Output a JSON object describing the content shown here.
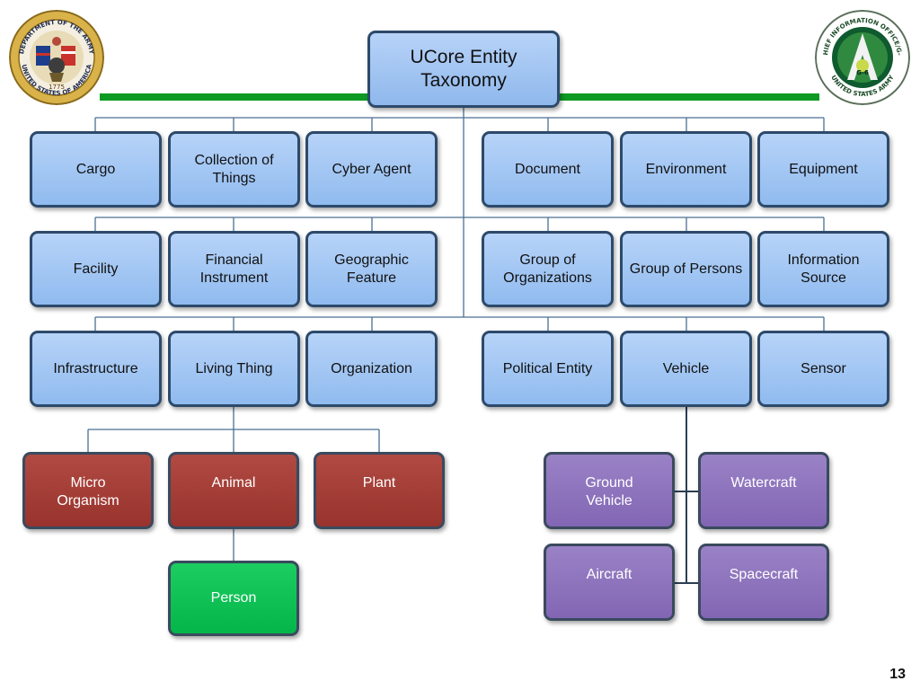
{
  "header": {
    "title": "UCore Entity Taxonomy",
    "left_seal_text": "DEPARTMENT OF THE ARMY · UNITED STATES OF AMERICA",
    "left_seal_year": "1775",
    "right_seal_text": "CHIEF INFORMATION OFFICE/G-6 · UNITED STATES ARMY",
    "right_seal_badge": "G-6",
    "rule_color": "#0e9a23"
  },
  "rows": [
    [
      "Cargo",
      "Collection of Things",
      "Cyber Agent",
      "Document",
      "Environment",
      "Equipment"
    ],
    [
      "Facility",
      "Financial Instrument",
      "Geographic Feature",
      "Group of Organizations",
      "Group of Persons",
      "Information Source"
    ],
    [
      "Infrastructure",
      "Living Thing",
      "Organization",
      "Political Entity",
      "Vehicle",
      "Sensor"
    ]
  ],
  "living_thing_children": [
    "Micro Organism",
    "Animal",
    "Plant"
  ],
  "animal_child": "Person",
  "vehicle_children": [
    "Ground Vehicle",
    "Watercraft",
    "Aircraft",
    "Spacecraft"
  ],
  "colors": {
    "category": "#a8c8f4",
    "living": "#a33c36",
    "vehicle": "#8b70bb",
    "person": "#07c151",
    "connector": "#4a6f92"
  },
  "page_number": "13"
}
